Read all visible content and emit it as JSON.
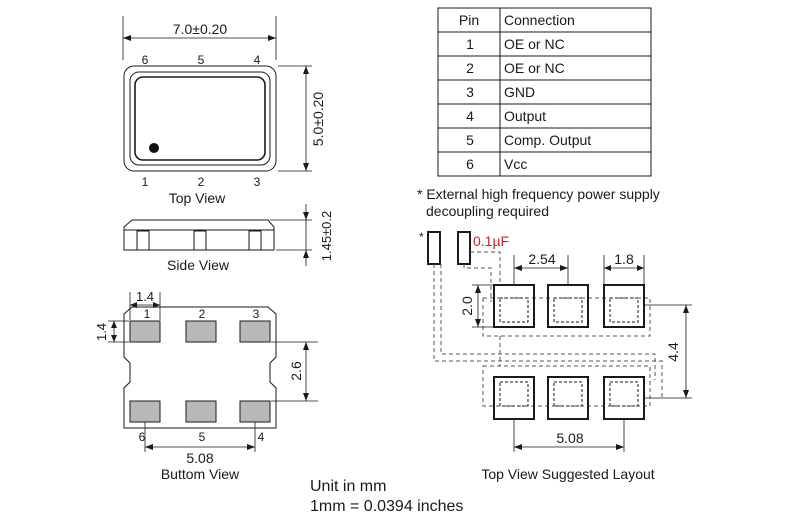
{
  "top_view": {
    "width_dim": "7.0±0.20",
    "height_dim": "5.0±0.20",
    "pins_top": [
      "6",
      "5",
      "4"
    ],
    "pins_bottom": [
      "1",
      "2",
      "3"
    ],
    "caption": "Top View"
  },
  "side_view": {
    "height_dim": "1.45±0.2",
    "caption": "Side View"
  },
  "bottom_view": {
    "pad_width_dim": "1.4",
    "pad_height_dim": "1.4",
    "row_spacing_dim": "2.6",
    "pitch_dim": "5.08",
    "pins_top": [
      "1",
      "2",
      "3"
    ],
    "pins_bottom": [
      "6",
      "5",
      "4"
    ],
    "caption": "Buttom View"
  },
  "pin_table": {
    "headers": [
      "Pin",
      "Connection"
    ],
    "rows": [
      [
        "1",
        "OE or NC"
      ],
      [
        "2",
        "OE or NC"
      ],
      [
        "3",
        "GND"
      ],
      [
        "4",
        "Output"
      ],
      [
        "5",
        "Comp. Output"
      ],
      [
        "6",
        "Vcc"
      ]
    ]
  },
  "note": {
    "line1": "* External high frequency power supply",
    "line2": "decoupling required"
  },
  "layout": {
    "asterisk": "*",
    "capacitor_label": "0.1µF",
    "pitch_dim": "2.54",
    "pad_width_dim": "1.8",
    "pad_height_dim": "2.0",
    "row_spacing_dim": "4.4",
    "span_dim": "5.08",
    "caption": "Top View Suggested Layout",
    "capacitor_color": "#d0202a"
  },
  "units": {
    "line1": "Unit in mm",
    "line2": "1mm = 0.0394 inches"
  }
}
